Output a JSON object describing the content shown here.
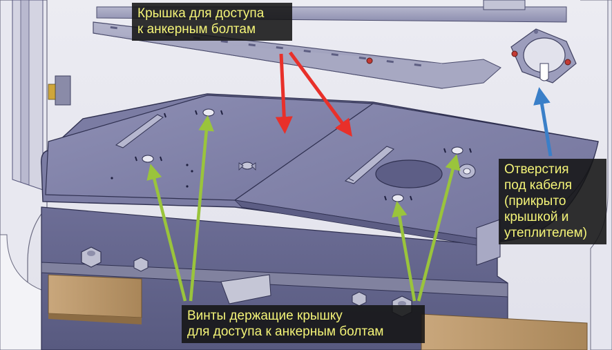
{
  "callouts": {
    "cover": {
      "lines": [
        "Крышка для доступа",
        "к анкерным болтам"
      ]
    },
    "holes": {
      "lines": [
        "Отверстия",
        "под кабеля",
        "(прикрыто",
        "крышкой и",
        "утеплителем)"
      ]
    },
    "screws": {
      "lines": [
        "Винты держащие крышку",
        "для доступа к анкерным болтам"
      ]
    }
  },
  "colors": {
    "callout_text": "#f4f478",
    "callout_background": "#141414",
    "arrow_red": "#e8302a",
    "arrow_green": "#9ac43c",
    "arrow_blue": "#3a7fc8",
    "panel_steel": "#7e7fa6"
  }
}
